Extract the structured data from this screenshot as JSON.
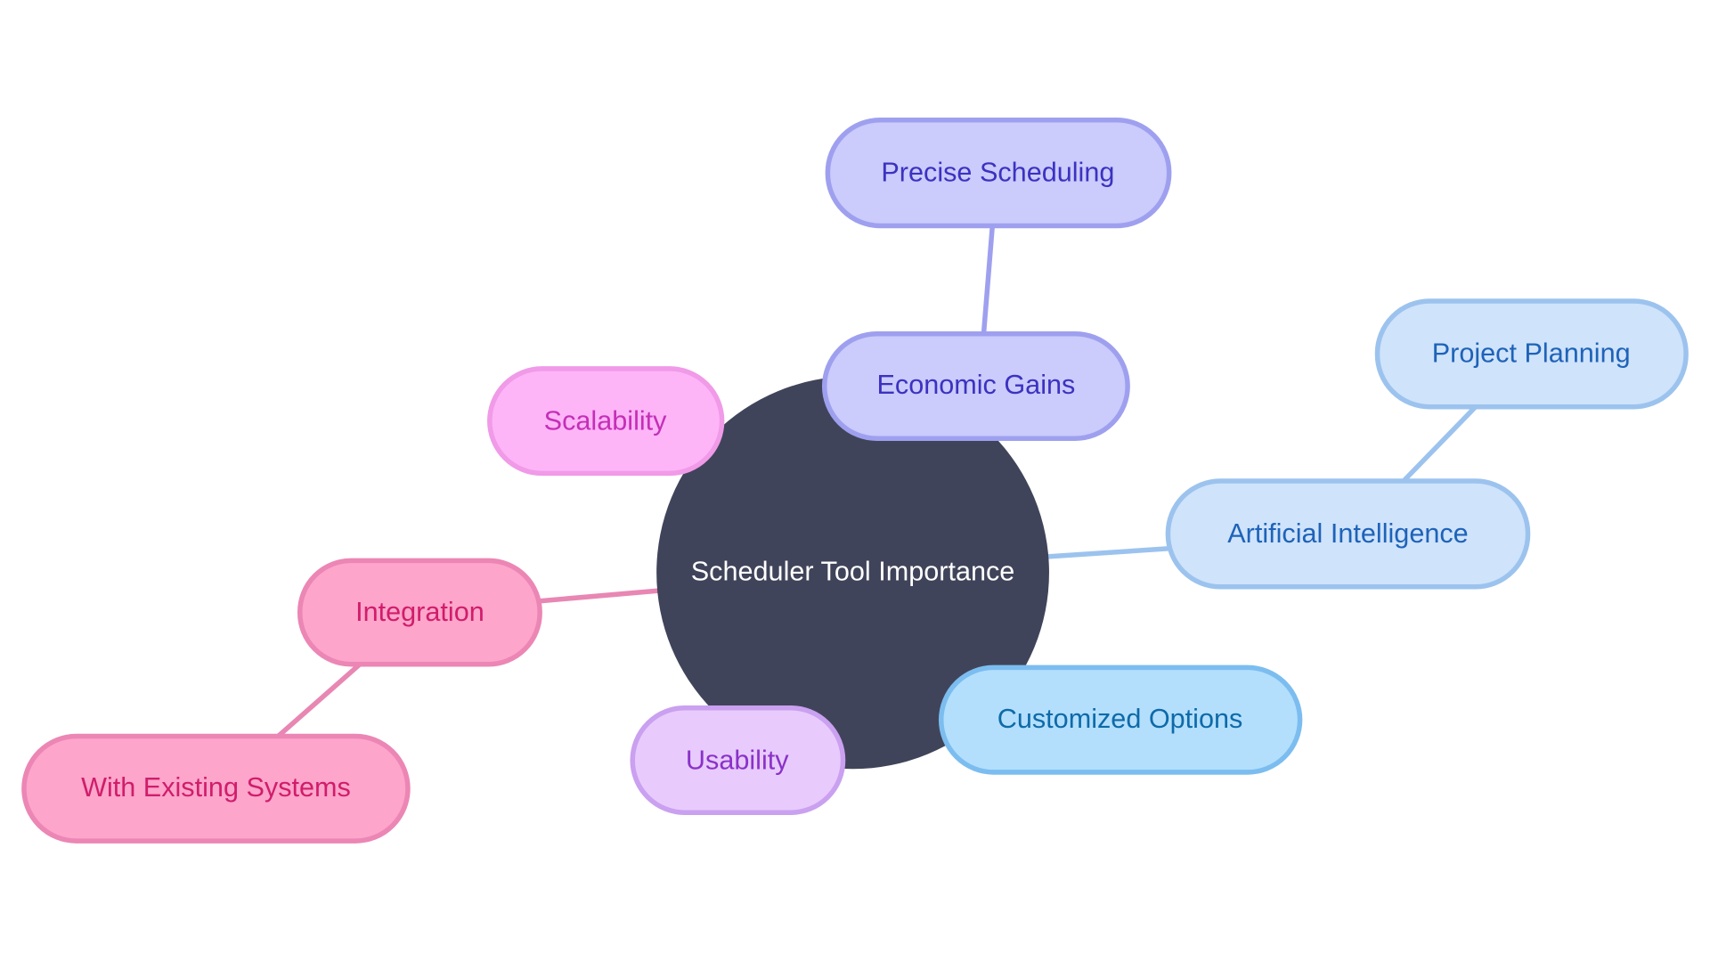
{
  "center": {
    "label": "Scheduler Tool Importance",
    "fill": "#40445a",
    "text_color": "#ffffff"
  },
  "nodes": {
    "precise_scheduling": {
      "label": "Precise Scheduling",
      "fill": "#cbcbfc",
      "stroke": "#9ea0ef",
      "text_color": "#3b32c0"
    },
    "economic_gains": {
      "label": "Economic Gains",
      "fill": "#cbcbfc",
      "stroke": "#9ea0ef",
      "text_color": "#3b32c0"
    },
    "project_planning": {
      "label": "Project Planning",
      "fill": "#cfe3fb",
      "stroke": "#9cc3ee",
      "text_color": "#1e63b8"
    },
    "artificial_intelligence": {
      "label": "Artificial Intelligence",
      "fill": "#cfe3fb",
      "stroke": "#9cc3ee",
      "text_color": "#1e63b8"
    },
    "customized_options": {
      "label": "Customized Options",
      "fill": "#b3dffd",
      "stroke": "#7cbdf0",
      "text_color": "#0e6aa8"
    },
    "usability": {
      "label": "Usability",
      "fill": "#e8cbfc",
      "stroke": "#caa0f0",
      "text_color": "#8a32c8"
    },
    "scalability": {
      "label": "Scalability",
      "fill": "#fdb5f7",
      "stroke": "#f09ae8",
      "text_color": "#c42fb7"
    },
    "integration": {
      "label": "Integration",
      "fill": "#fda5cb",
      "stroke": "#ec86b4",
      "text_color": "#d01d6b"
    },
    "with_existing_systems": {
      "label": "With Existing Systems",
      "fill": "#fda5cb",
      "stroke": "#ec86b4",
      "text_color": "#d01d6b"
    }
  }
}
